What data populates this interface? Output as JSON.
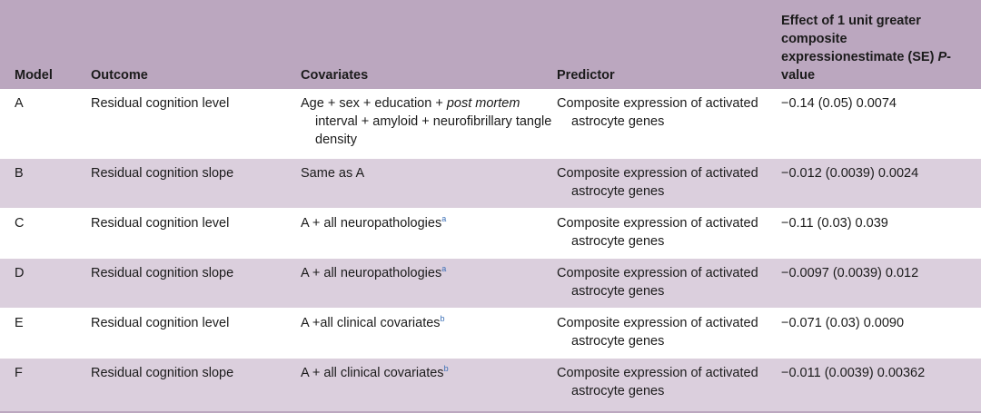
{
  "table": {
    "headers": {
      "model": "Model",
      "outcome": "Outcome",
      "covariates": "Covariates",
      "predictor": "Predictor",
      "effect_main": "Effect of 1 unit greater composite expressionestimate (SE)",
      "effect_italic": "P",
      "effect_tail": "-value"
    },
    "rows": [
      {
        "model": "A",
        "outcome": "Residual cognition level",
        "cov_a": "Age + sex + education + ",
        "cov_italic": "post mortem",
        "cov_b": " interval + amyloid + neurofibrillary tangle density",
        "predictor": "Composite expression of activated astrocyte genes",
        "effect": "−0.14 (0.05) 0.0074"
      },
      {
        "model": "B",
        "outcome": "Residual cognition slope",
        "covariates": "Same as A",
        "predictor": "Composite expression of activated astrocyte genes",
        "effect": "−0.012 (0.0039) 0.0024"
      },
      {
        "model": "C",
        "outcome": "Residual cognition level",
        "covariates": "A + all neuropathologies",
        "footnote": "a",
        "predictor": "Composite expression of activated astrocyte genes",
        "effect": "−0.11 (0.03) 0.039"
      },
      {
        "model": "D",
        "outcome": "Residual cognition slope",
        "covariates": "A + all neuropathologies",
        "footnote": "a",
        "predictor": "Composite expression of activated astrocyte genes",
        "effect": "−0.0097 (0.0039) 0.012"
      },
      {
        "model": "E",
        "outcome": "Residual cognition level",
        "covariates": "A +all clinical covariates",
        "footnote": "b",
        "predictor": "Composite expression of activated astrocyte genes",
        "effect": "−0.071 (0.03) 0.0090"
      },
      {
        "model": "F",
        "outcome": "Residual cognition slope",
        "covariates": "A + all clinical covariates",
        "footnote": "b",
        "predictor": "Composite expression of activated astrocyte genes",
        "effect": "−0.011 (0.0039) 0.00362"
      }
    ]
  },
  "colors": {
    "header_bg": "#bba7bf",
    "alt_row_bg": "#dbcfdd",
    "footnote_link": "#3b6fb6"
  }
}
